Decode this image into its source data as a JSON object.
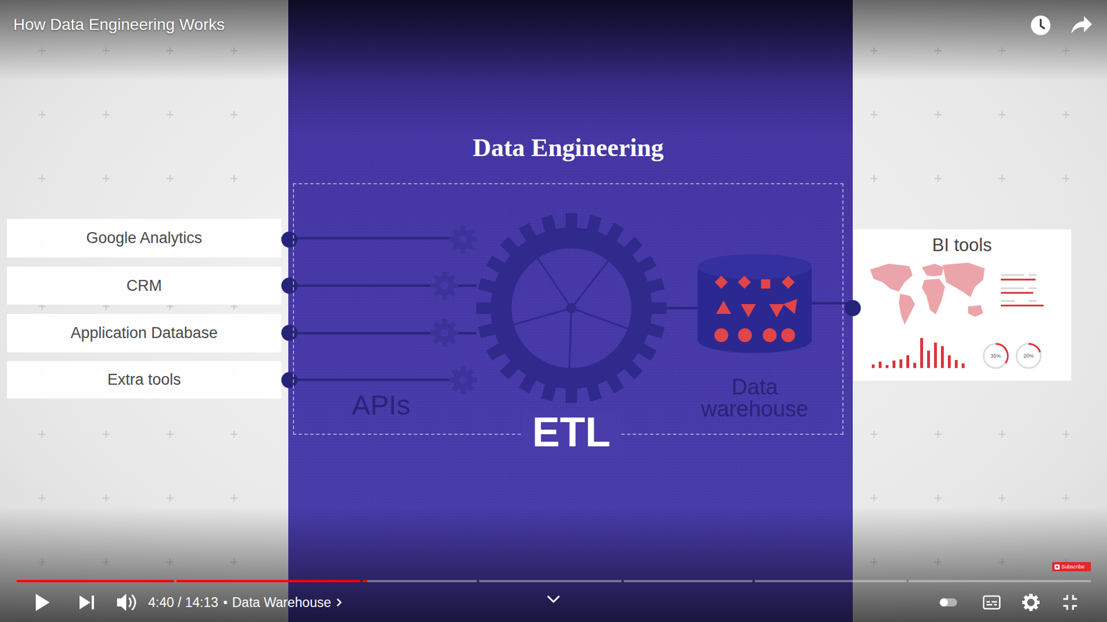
{
  "diagram": {
    "title": "How Data Engineering Works",
    "nodes": [
      {
        "text": [
          "Google Analytics"
        ]
      },
      {
        "text": [
          "CRM"
        ]
      },
      {
        "text": [
          "Application Database"
        ]
      },
      {
        "text": [
          "Extra tools"
        ]
      },
      {
        "text": [
          "Data Engineering"
        ]
      },
      {
        "text": [
          "ETL"
        ],
        "in": 4
      },
      {
        "text": [
          "Data warehouse"
        ],
        "in": 4
      },
      {
        "text": [
          "BI tools"
        ]
      }
    ],
    "edges": [
      {
        "from": 0,
        "to": 5,
        "arrow": "none"
      },
      {
        "from": 1,
        "to": 5,
        "arrow": "none"
      },
      {
        "from": 2,
        "to": 5,
        "arrow": "none"
      },
      {
        "from": 3,
        "to": 5,
        "arrow": "none"
      },
      {
        "from": 5,
        "to": 6,
        "arrow": "none"
      },
      {
        "from": 6,
        "to": 7,
        "arrow": "none"
      }
    ],
    "labels": [
      "APIs",
      "35%",
      "20%",
      "4:40 / 14:13",
      "Data Warehouse",
      "Subscribe"
    ]
  }
}
